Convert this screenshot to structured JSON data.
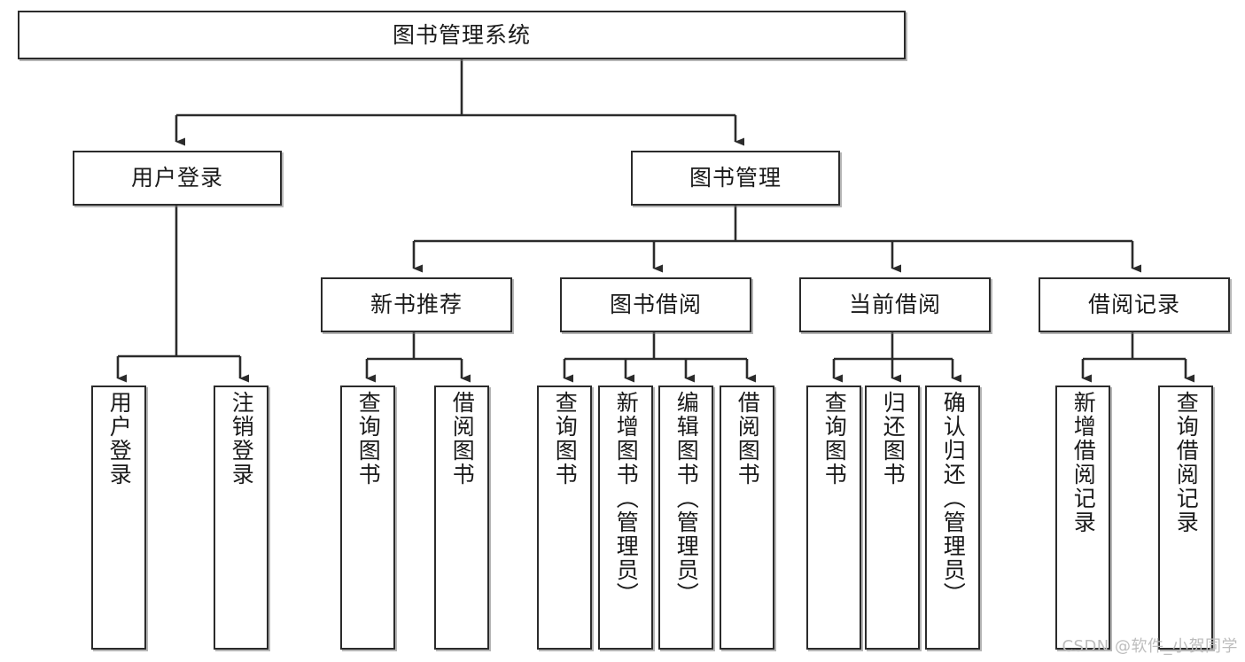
{
  "diagram": {
    "title": "图书管理系统",
    "type": "tree-hierarchy-chart",
    "watermark": "CSDN @软件_小贺同学",
    "colors": {
      "box_border": "#2b2b2b",
      "box_fill": "#ffffff",
      "edge": "#2b2b2b",
      "text": "#1a1a1a",
      "watermark": "#bdbdbd",
      "background": "#ffffff"
    }
  },
  "nodes": {
    "root": {
      "label": "图书管理系统"
    },
    "level2": [
      {
        "label": "用户登录"
      },
      {
        "label": "图书管理"
      }
    ],
    "level3": [
      {
        "label": "新书推荐"
      },
      {
        "label": "图书借阅"
      },
      {
        "label": "当前借阅"
      },
      {
        "label": "借阅记录"
      }
    ],
    "leaves": {
      "user_login": [
        {
          "label": "用户登录"
        },
        {
          "label": "注销登录"
        }
      ],
      "new_book_recommend": [
        {
          "label": "查询图书"
        },
        {
          "label": "借阅图书"
        }
      ],
      "book_borrow": [
        {
          "label": "查询图书"
        },
        {
          "label": "新增图书（管理员）"
        },
        {
          "label": "编辑图书（管理员）"
        },
        {
          "label": "借阅图书"
        }
      ],
      "current_borrow": [
        {
          "label": "查询图书"
        },
        {
          "label": "归还图书"
        },
        {
          "label": "确认归还（管理员）"
        }
      ],
      "borrow_record": [
        {
          "label": "新增借阅记录"
        },
        {
          "label": "查询借阅记录"
        }
      ]
    }
  }
}
